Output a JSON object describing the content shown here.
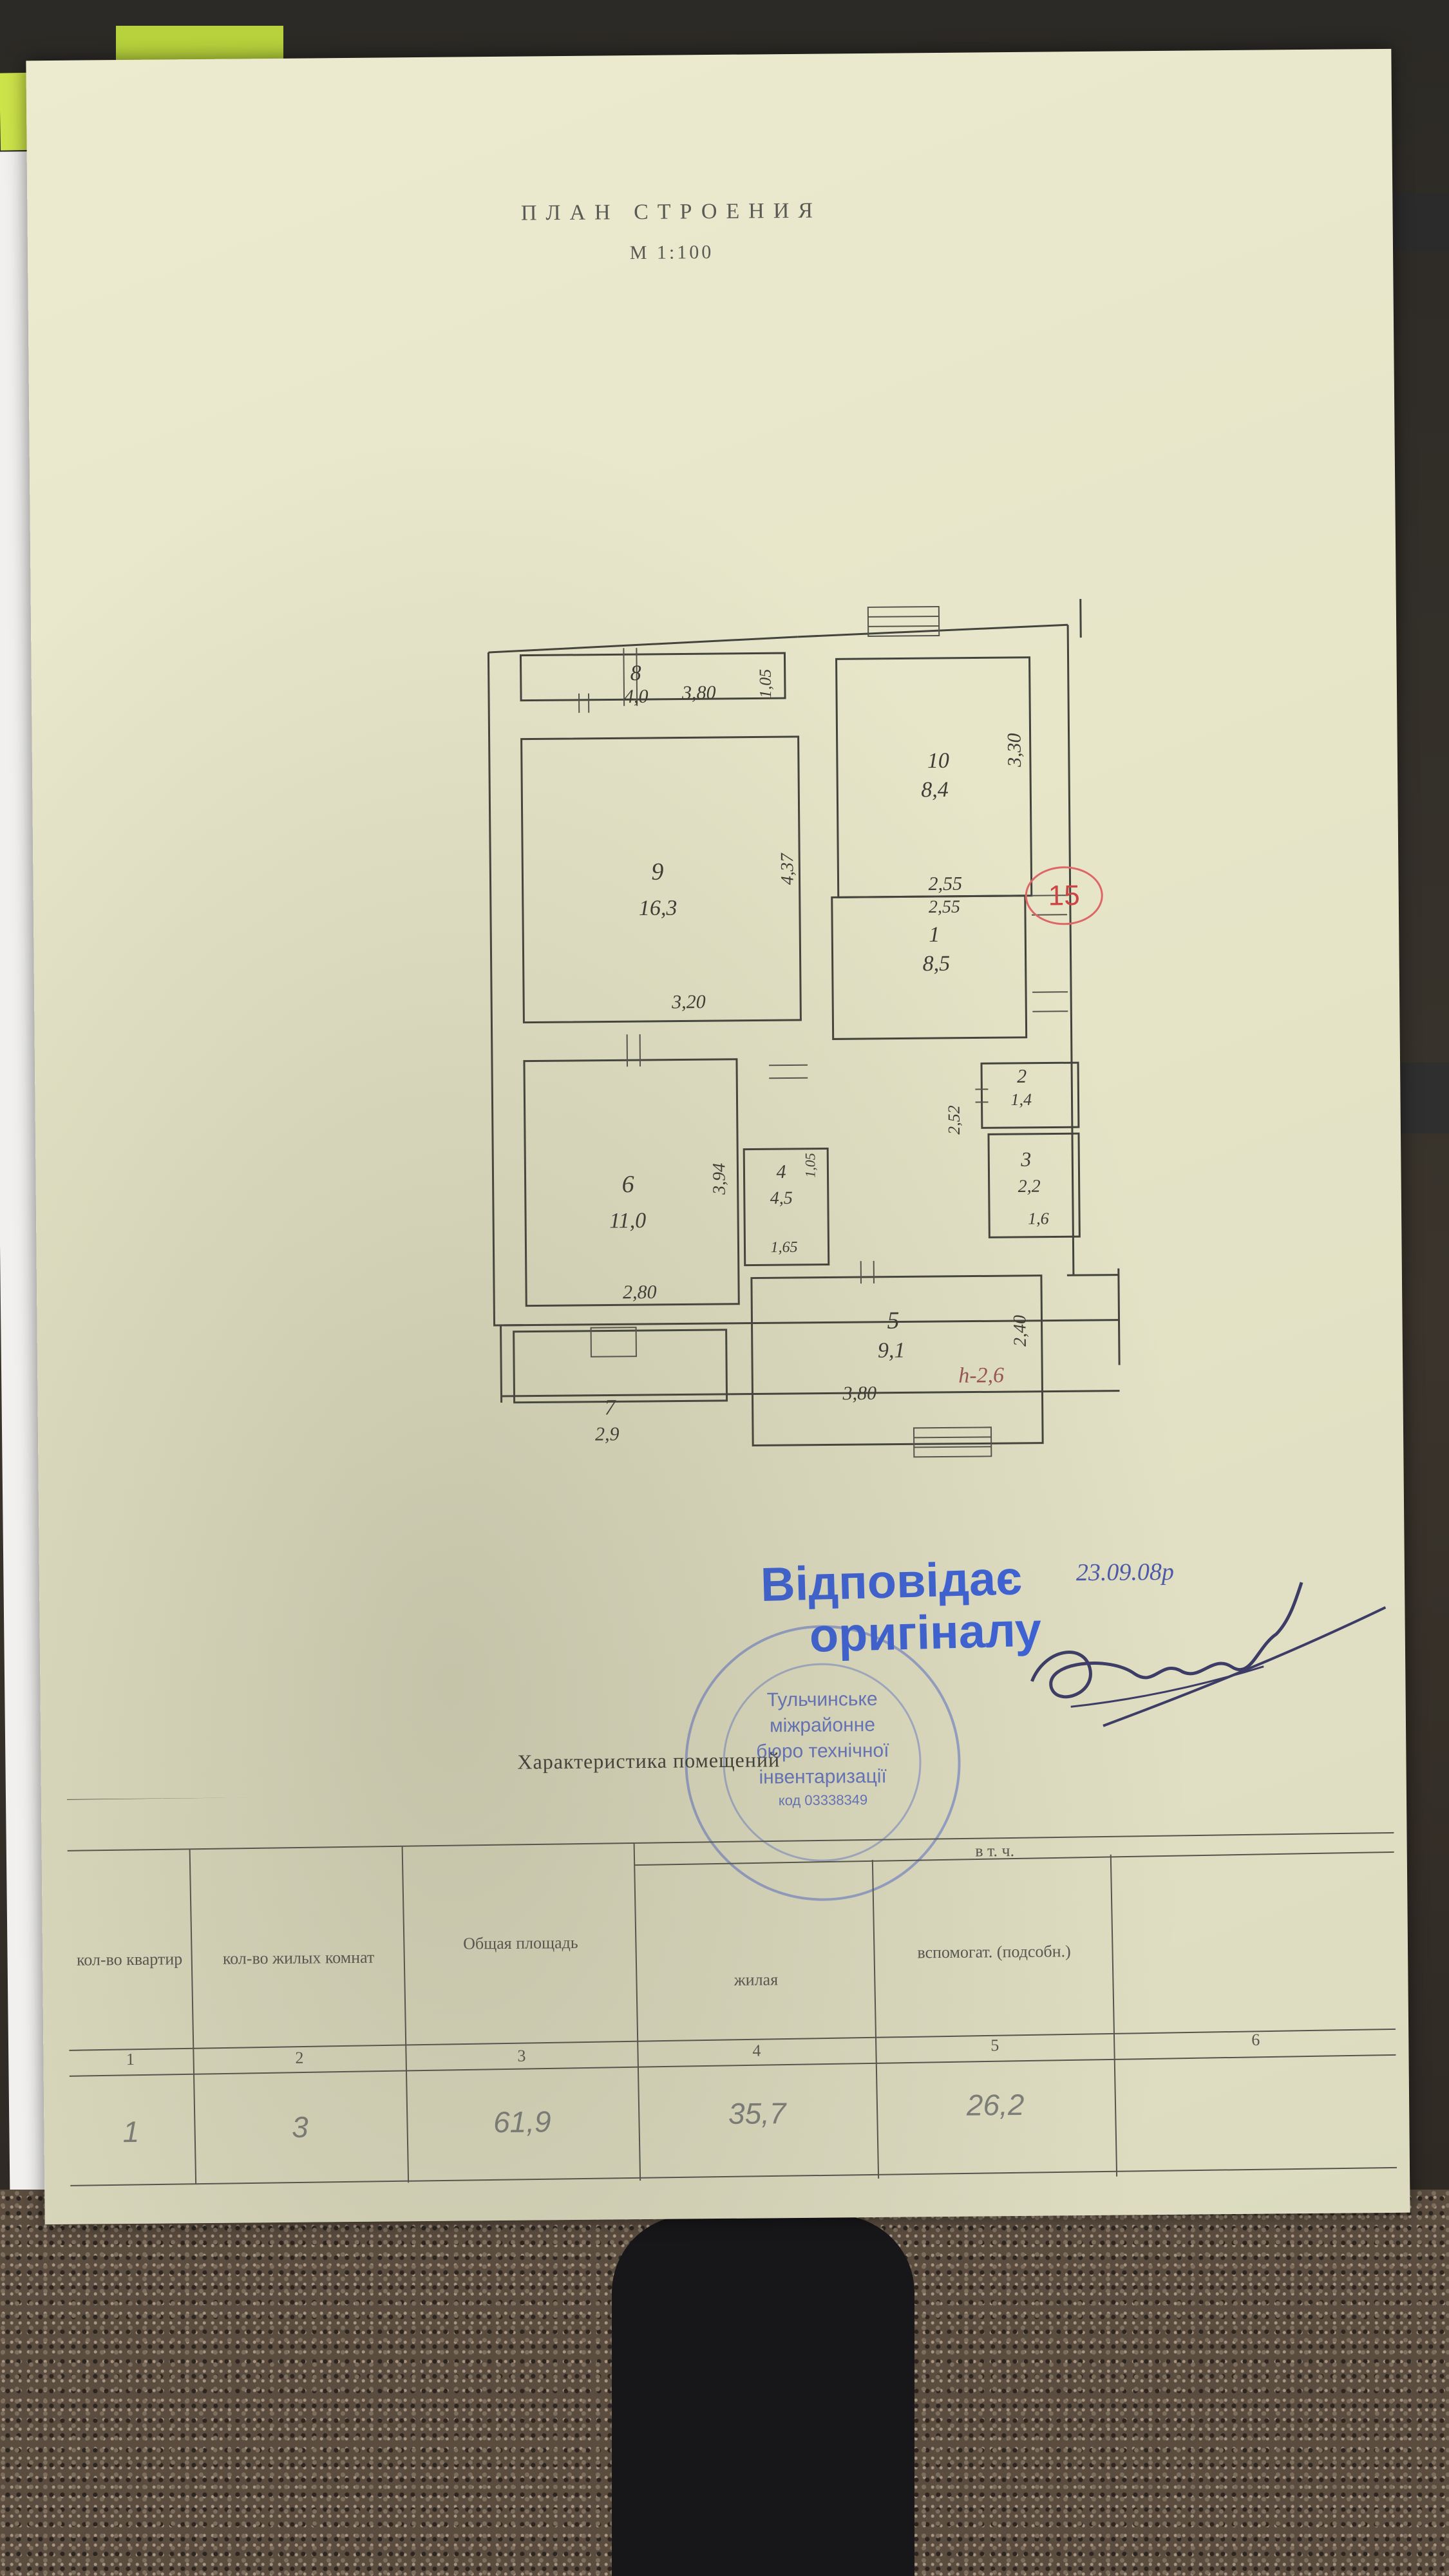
{
  "document": {
    "title": "ПЛАН СТРОЕНИЯ",
    "scale": "М 1:100",
    "page_number": "15"
  },
  "plan": {
    "rooms": [
      {
        "num": "8",
        "area": "4,0",
        "dims": [
          "3,80",
          "1,05"
        ]
      },
      {
        "num": "10",
        "area": "8,4",
        "dims": [
          "2,55",
          "3,30"
        ]
      },
      {
        "num": "9",
        "area": "16,3",
        "dims": [
          "4,37",
          "3,20"
        ]
      },
      {
        "num": "1",
        "area": "8,5",
        "dims": [
          "2,55"
        ]
      },
      {
        "num": "2",
        "area": "1,4",
        "dims": []
      },
      {
        "num": "3",
        "area": "2,2",
        "dims": [
          "1,6"
        ]
      },
      {
        "num": "4",
        "area": "4,5",
        "dims": [
          "1,65",
          "1,05"
        ]
      },
      {
        "num": "6",
        "area": "11,0",
        "dims": [
          "3,94",
          "2,80"
        ]
      },
      {
        "num": "5",
        "area": "9,1",
        "dims": [
          "3,80",
          "2,40"
        ]
      },
      {
        "num": "7",
        "area": "2,9",
        "dims": []
      }
    ],
    "extra_dim": "2,52",
    "height_note": "h-2,6"
  },
  "stamp": {
    "line1": "Відповідає",
    "line2": "оригіналу",
    "date": "23.09.08р",
    "round_lines": [
      "Тульчинське",
      "міжрайонне",
      "бюро технічної",
      "інвентаризації",
      "код 03338349"
    ]
  },
  "table": {
    "title": "Характеристика помещений",
    "sub_header": "в т. ч.",
    "headers": [
      "кол-во квартир",
      "кол-во жилых комнат",
      "Общая площадь",
      "жилая",
      "вспомогат. (подсобн.)",
      ""
    ],
    "column_numbers": [
      "1",
      "2",
      "3",
      "4",
      "5",
      "6"
    ],
    "values": [
      "1",
      "3",
      "61,9",
      "35,7",
      "26,2",
      ""
    ]
  }
}
